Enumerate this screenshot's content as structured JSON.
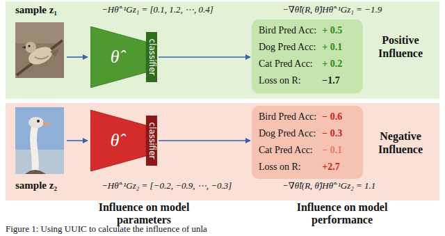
{
  "diagram": {
    "caption": "Figure 1: Using UUIC to calculate the influence of unla",
    "nodes": [
      {
        "text": [
          "sample z₁",
          "−Hθ̂⁻¹Gz₁ = [0.1, 1.2, ⋯, 0.4]",
          "−∇θ̂l(R, θ̂)Hθ̂⁻¹Gz₁ = −1.9",
          "Positive Influence"
        ]
      },
      {
        "text": [
          "θ̂"
        ],
        "in": 0
      },
      {
        "text": [
          "classifier"
        ],
        "in": 0
      },
      {
        "text": [
          "Bird Pred Acc:",
          "+ 0.5",
          "Dog Pred Acc:",
          "+ 0.1",
          "Cat Pred Acc:",
          "+ 0.2",
          "Loss on R:",
          "−1.7"
        ],
        "in": 0
      },
      {
        "text": [
          "sample z₂",
          "−Hθ̂⁻¹Gz₂ = [−0.2, −0.9, ⋯, −0.3]",
          "−∇θ̂l(R, θ̂)Hθ̂⁻¹Gz₂ = 1.1",
          "Negative Influence"
        ]
      },
      {
        "text": [
          "θ̂"
        ],
        "in": 4
      },
      {
        "text": [
          "classifier"
        ],
        "in": 4
      },
      {
        "text": [
          "Bird Pred Acc:",
          "− 0.6",
          "Dog Pred Acc:",
          "− 0.3",
          "Cat Pred Acc:",
          "− 0.1",
          "Loss on R:",
          "+2.7"
        ],
        "in": 4
      }
    ],
    "edges": [
      {
        "from": 2,
        "to": 3,
        "arrow": "to"
      },
      {
        "from": 6,
        "to": 7,
        "arrow": "to"
      }
    ],
    "labels": [
      "Influence on model parameters",
      "Influence on model performance"
    ]
  }
}
